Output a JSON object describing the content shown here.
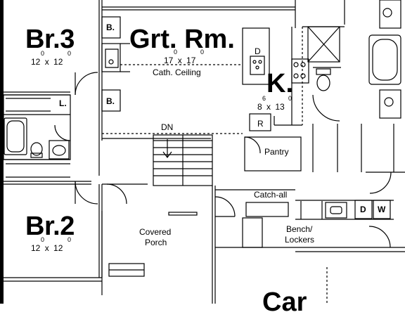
{
  "rooms": {
    "br3": {
      "name": "Br.3",
      "dim_w": "12",
      "dim_h": "12",
      "x": "x",
      "sup_w": "0",
      "sup_h": "0"
    },
    "br2": {
      "name": "Br.2",
      "dim_w": "12",
      "dim_h": "12",
      "x": "x",
      "sup_w": "0",
      "sup_h": "0"
    },
    "great_room": {
      "name": "Grt. Rm.",
      "dim_w": "17",
      "dim_h": "17",
      "x": "x",
      "sup_w": "0",
      "sup_h": "0",
      "note": "Cath. Ceiling"
    },
    "kitchen": {
      "name": "K.",
      "dim_w": "8",
      "dim_h": "13",
      "x": "x",
      "sup_w": "6",
      "sup_h": "0"
    },
    "pantry": {
      "name": "Pantry"
    },
    "covered_porch": {
      "line1": "Covered",
      "line2": "Porch"
    },
    "garage": {
      "name": "Car"
    }
  },
  "labels": {
    "b_upper": "B.",
    "b_lower": "B.",
    "linen": "L.",
    "dn": "DN",
    "d_island": "D",
    "r_fridge": "R",
    "catch_all": "Catch-all",
    "bench_line1": "Bench/",
    "bench_line2": "Lockers",
    "dryer": "D",
    "washer": "W"
  }
}
